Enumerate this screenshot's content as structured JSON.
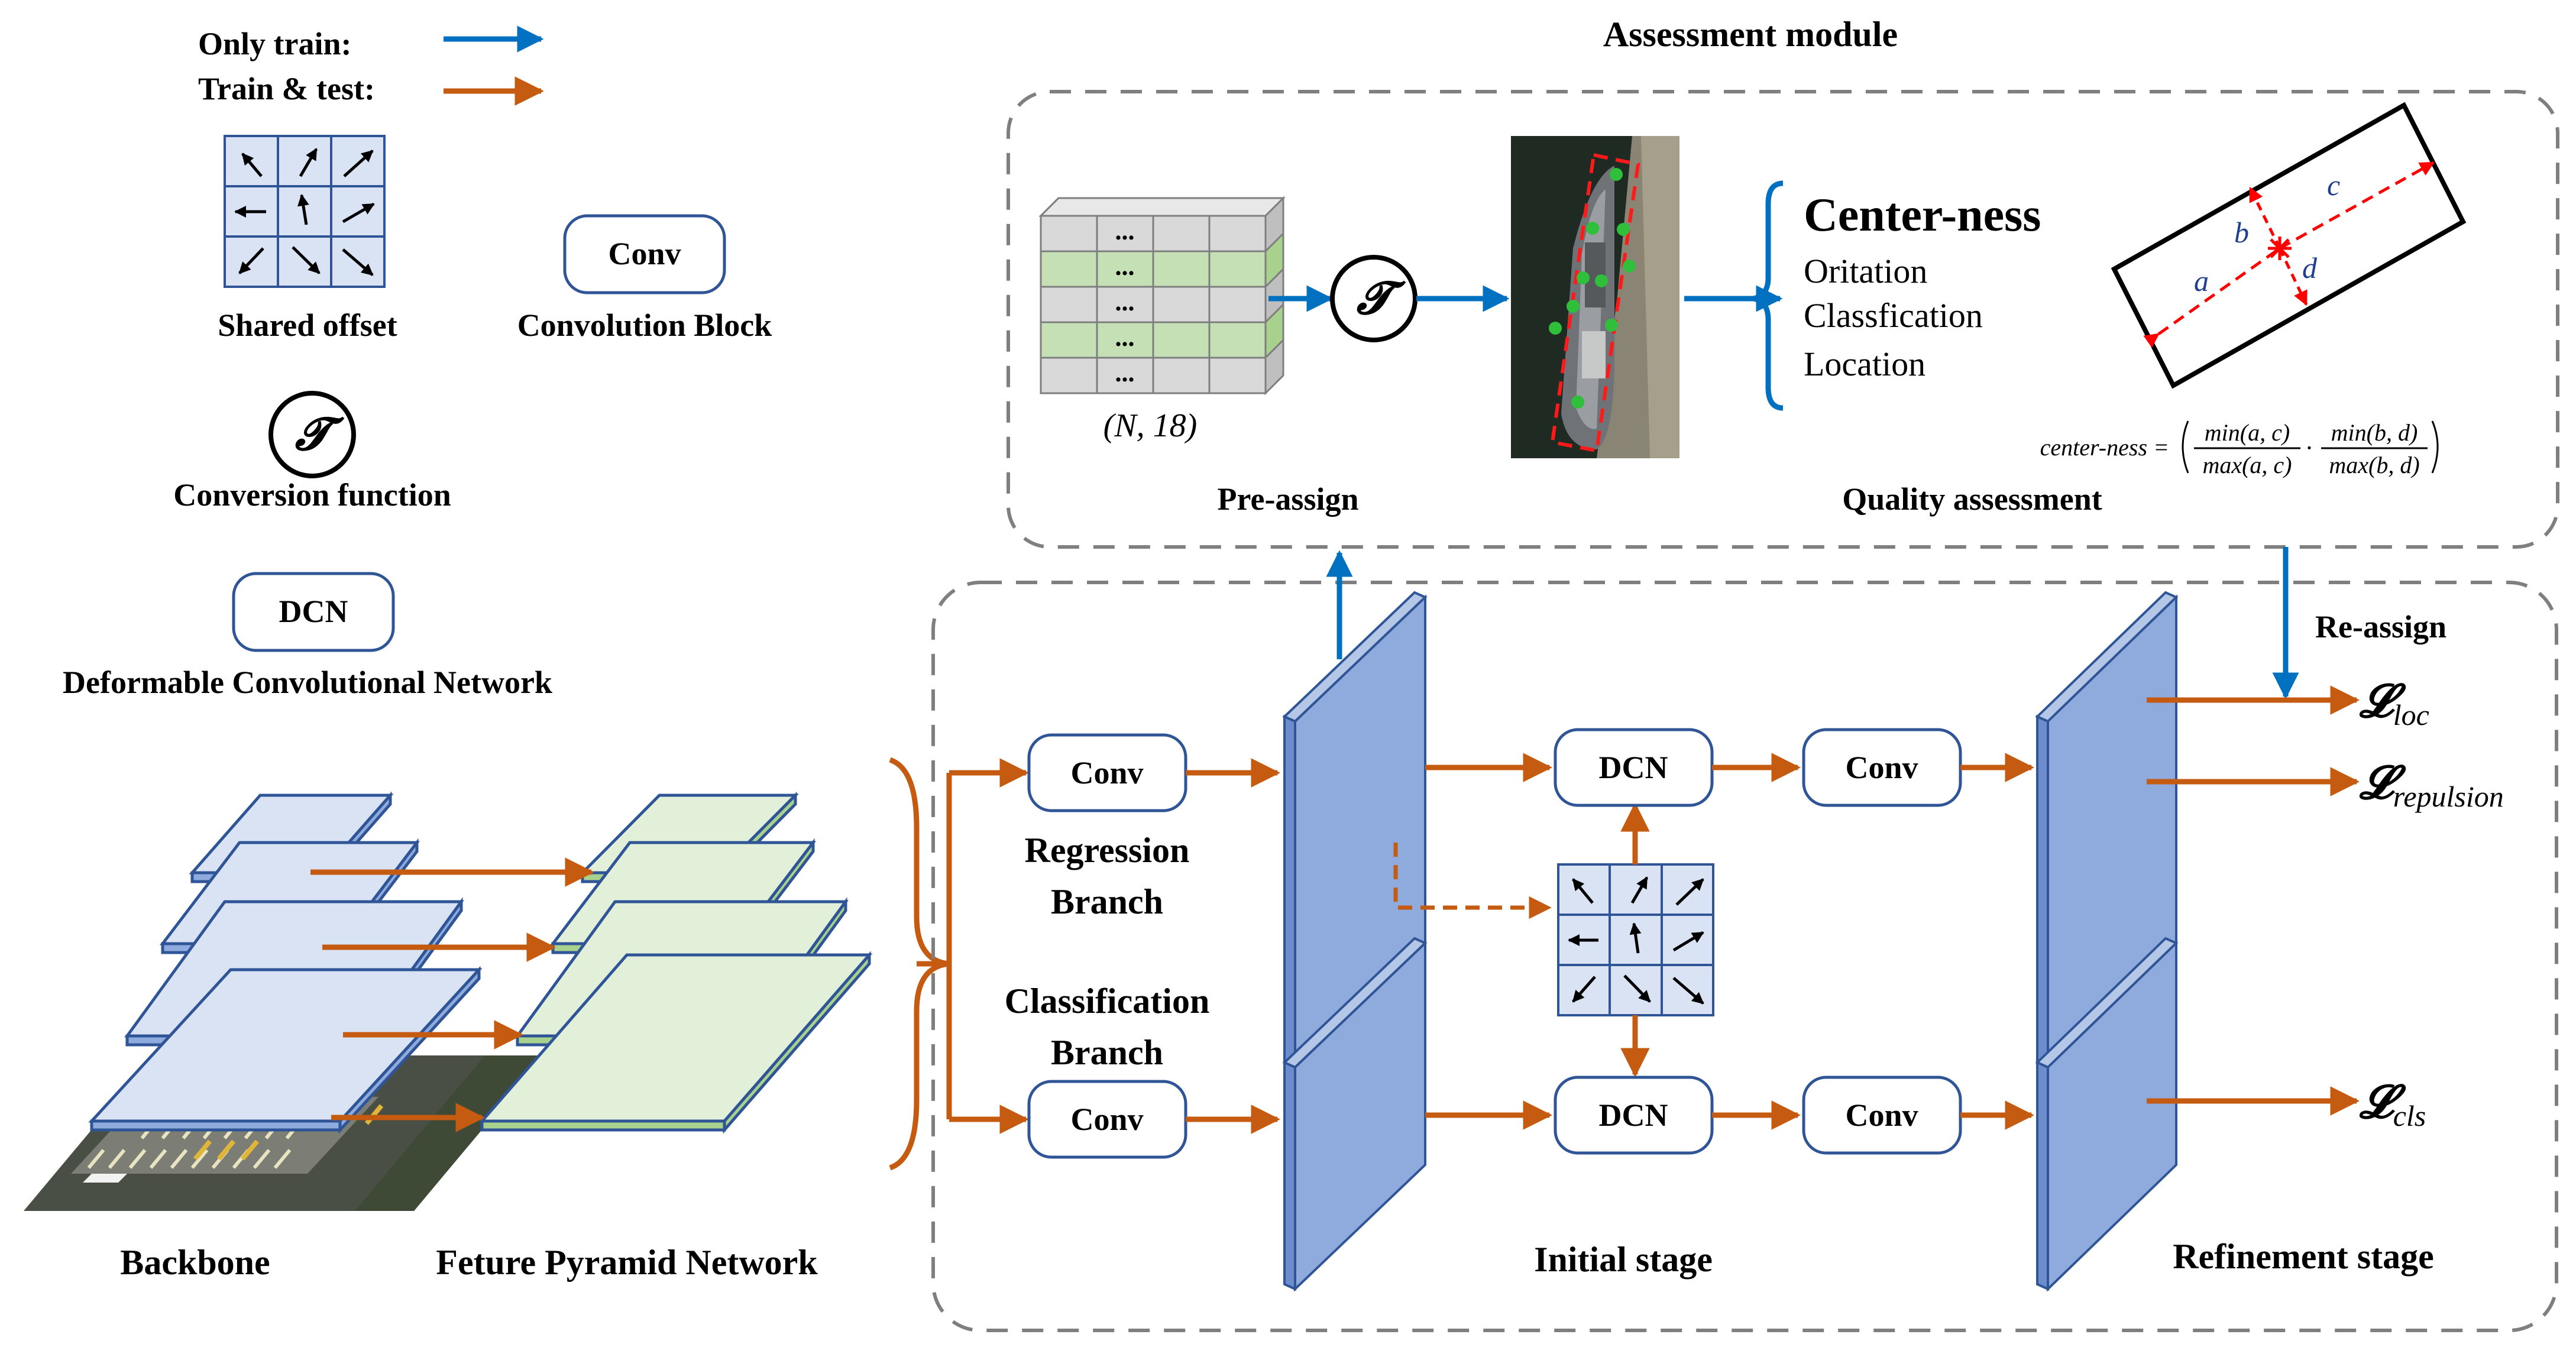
{
  "colors": {
    "orange": "#C55A11",
    "blue": "#0070C0",
    "feature_map": "#8FAADC",
    "feature_map_edge": "#2F5597",
    "backbone_layer": "#DAE3F3",
    "fpn_layer": "#E2F0D9",
    "box_edge": "#2F5597"
  },
  "legend": {
    "only_train": "Only train:",
    "train_test": "Train & test:",
    "shared_offset": "Shared offset",
    "conv_box": "Conv",
    "convolution_block": "Convolution Block",
    "t_symbol": "𝓣",
    "conversion_function": "Conversion function",
    "dcn_box": "DCN",
    "deformable_network": "Deformable Convolutional Network"
  },
  "backbone": {
    "label": "Backbone",
    "fpn_label": "Feture Pyramid Network"
  },
  "assessment": {
    "title": "Assessment module",
    "tensor_shape": "(N, 18)",
    "dots": "...",
    "t_symbol": "𝓣",
    "pre_assign": "Pre-assign",
    "center_ness": "Center-ness",
    "oritation": "Oritation",
    "classfication": "Classfication",
    "location": "Location",
    "quality_assessment": "Quality assessment",
    "dims": {
      "a": "a",
      "b": "b",
      "c": "c",
      "d": "d"
    },
    "formula": {
      "lhs": "center-ness =",
      "num1": "min(a, c)",
      "den1": "max(a, c)",
      "dot": "·",
      "num2": "min(b, d)",
      "den2": "max(b, d)"
    }
  },
  "detector": {
    "re_assign": "Re-assign",
    "reg_conv": "Conv",
    "cls_conv": "Conv",
    "regression_branch_1": "Regression",
    "regression_branch_2": "Branch",
    "classification_branch_1": "Classification",
    "classification_branch_2": "Branch",
    "dcn_top": "DCN",
    "dcn_bottom": "DCN",
    "conv_top": "Conv",
    "conv_bottom": "Conv",
    "initial_stage": "Initial stage",
    "refinement_stage": "Refinement stage",
    "loss_loc": "𝓛",
    "loss_loc_sub": "loc",
    "loss_rep": "𝓛",
    "loss_rep_sub": "repulsion",
    "loss_cls": "𝓛",
    "loss_cls_sub": "cls"
  }
}
